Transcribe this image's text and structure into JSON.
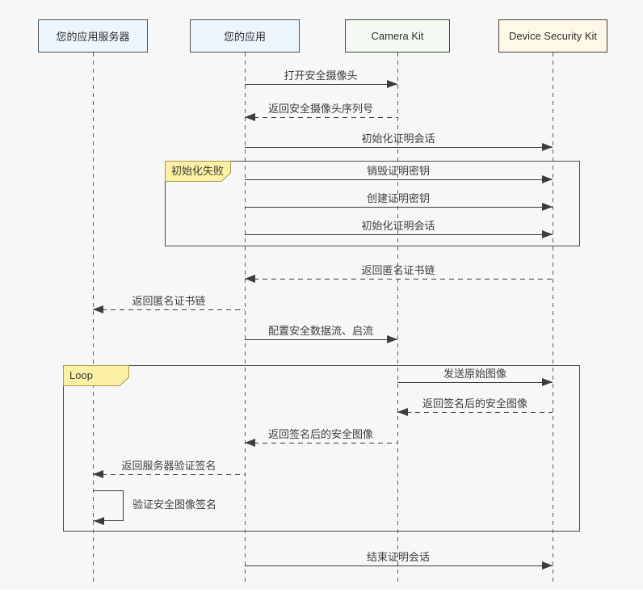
{
  "colors": {
    "background": "#f7f7f7",
    "actor_blue_fill": "#edf6fd",
    "actor_green_fill": "#f4f9f2",
    "actor_yellow_fill": "#fdf8e8",
    "line": "#3c3c3c",
    "fragment_tag_fill": "#fbf0a3",
    "fragment_tag_border": "#a79b4e"
  },
  "actors": [
    {
      "label": "您的应用服务器"
    },
    {
      "label": "您的应用"
    },
    {
      "label": "Camera Kit"
    },
    {
      "label": "Device Security Kit"
    }
  ],
  "fragments": [
    {
      "label": "初始化失败"
    },
    {
      "label": "Loop"
    }
  ],
  "messages": [
    {
      "label": "打开安全摄像头",
      "from": "您的应用",
      "to": "Camera Kit",
      "style": "solid"
    },
    {
      "label": "返回安全摄像头序列号",
      "from": "Camera Kit",
      "to": "您的应用",
      "style": "dashed"
    },
    {
      "label": "初始化证明会话",
      "from": "您的应用",
      "to": "Device Security Kit",
      "style": "solid"
    },
    {
      "label": "销毁证明密钥",
      "from": "您的应用",
      "to": "Device Security Kit",
      "style": "solid"
    },
    {
      "label": "创建证明密钥",
      "from": "您的应用",
      "to": "Device Security Kit",
      "style": "solid"
    },
    {
      "label": "初始化证明会话",
      "from": "您的应用",
      "to": "Device Security Kit",
      "style": "solid"
    },
    {
      "label": "返回匿名证书链",
      "from": "Device Security Kit",
      "to": "您的应用",
      "style": "dashed"
    },
    {
      "label": "返回匿名证书链",
      "from": "您的应用",
      "to": "您的应用服务器",
      "style": "dashed"
    },
    {
      "label": "配置安全数据流、启流",
      "from": "您的应用",
      "to": "Camera Kit",
      "style": "solid"
    },
    {
      "label": "发送原始图像",
      "from": "Camera Kit",
      "to": "Device Security Kit",
      "style": "solid"
    },
    {
      "label": "返回签名后的安全图像",
      "from": "Device Security Kit",
      "to": "Camera Kit",
      "style": "dashed"
    },
    {
      "label": "返回签名后的安全图像",
      "from": "Camera Kit",
      "to": "您的应用",
      "style": "dashed"
    },
    {
      "label": "返回服务器验证签名",
      "from": "您的应用",
      "to": "您的应用服务器",
      "style": "dashed"
    },
    {
      "label": "验证安全图像签名",
      "from": "您的应用服务器",
      "to": "您的应用服务器",
      "style": "self"
    },
    {
      "label": "结束证明会话",
      "from": "您的应用",
      "to": "Device Security Kit",
      "style": "solid"
    }
  ]
}
